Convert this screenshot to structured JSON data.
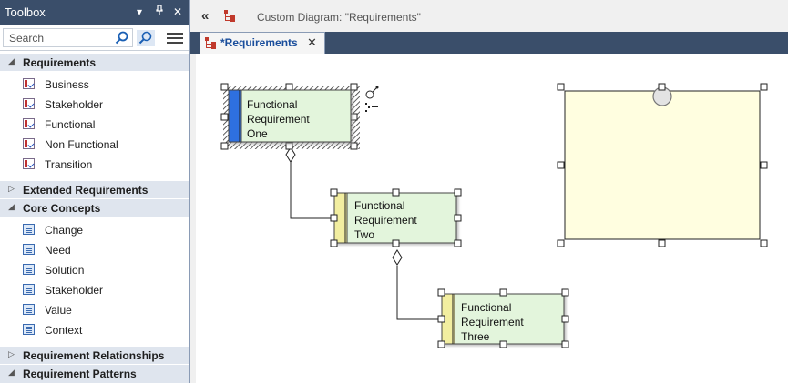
{
  "toolbox": {
    "title": "Toolbox",
    "search_placeholder": "Search",
    "groups": [
      {
        "label": "Requirements",
        "expanded": true,
        "items": [
          "Business",
          "Stakeholder",
          "Functional",
          "Non Functional",
          "Transition"
        ]
      },
      {
        "label": "Extended Requirements",
        "expanded": false
      },
      {
        "label": "Core Concepts",
        "expanded": true,
        "items": [
          "Change",
          "Need",
          "Solution",
          "Stakeholder",
          "Value",
          "Context"
        ]
      },
      {
        "label": "Requirement Relationships",
        "expanded": false
      },
      {
        "label": "Requirement Patterns",
        "expanded": false
      }
    ]
  },
  "header": {
    "breadcrumb": "Custom Diagram: \"Requirements\""
  },
  "tabs": [
    {
      "label": "*Requirements",
      "active": true
    }
  ],
  "diagram": {
    "elements": [
      {
        "id": "req1",
        "lines": [
          "Functional",
          "Requirement",
          "One"
        ],
        "selected": true,
        "stereotype_color": "#2f6fe0"
      },
      {
        "id": "req2",
        "lines": [
          "Functional",
          "Requirement",
          "Two"
        ],
        "selected": false,
        "stereotype_color": "#f2eea0"
      },
      {
        "id": "req3",
        "lines": [
          "Functional",
          "Requirement",
          "Three"
        ],
        "selected": false,
        "stereotype_color": "#f2eea0"
      }
    ],
    "boundary_fill": "#fffee0",
    "element_fill": "#e3f5dc"
  },
  "colors": {
    "panel_header": "#3a4e6a",
    "group_bg": "#dfe5ee",
    "tab_text": "#1a4e9c"
  }
}
